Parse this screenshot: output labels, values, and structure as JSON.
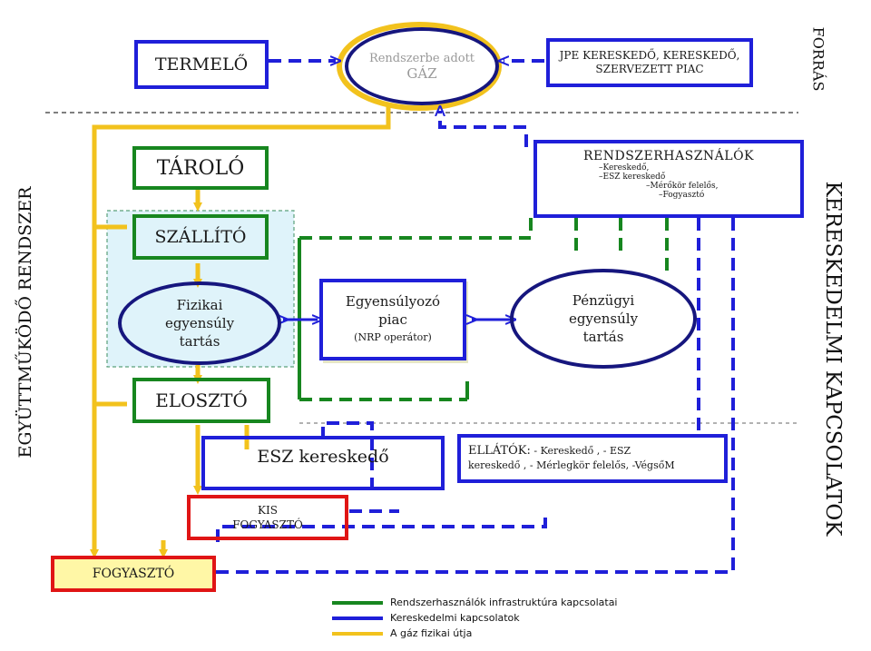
{
  "side_labels": {
    "left": "EGYÜTTMŰKÖDŐ RENDSZER",
    "right_top": "FORRÁS",
    "right_main": "KERESKEDELMI KAPCSOLATOK"
  },
  "nodes": {
    "termelo": "TERMELŐ",
    "gaz_line1": "Rendszerbe adott",
    "gaz_line2": "GÁZ",
    "jpe_line1": "JPE KERESKEDŐ, KERESKEDŐ,",
    "jpe_line2": "SZERVEZETT PIAC",
    "tarolo": "TÁROLÓ",
    "szallito": "SZÁLLÍTÓ",
    "fizikai_line1": "Fizikai",
    "fizikai_line2": "egyensúly",
    "fizikai_line3": "tartás",
    "egyensulyozo_line1": "Egyensúlyozó",
    "egyensulyozo_line2": "piac",
    "egyensulyozo_line3": "(NRP operátor)",
    "rendszerhasznalok_title": "RENDSZERHASZNÁLÓK",
    "rendszerhasznalok_items": [
      "–Kereskedő,",
      "–ESZ kereskedő",
      "–Mérőkör felelős,",
      "–Fogyasztó"
    ],
    "penzugyi_line1": "Pénzügyi",
    "penzugyi_line2": "egyensúly",
    "penzugyi_line3": "tartás",
    "eloszto": "ELOSZTÓ",
    "esz_kereskedo": "ESZ kereskedő",
    "ellatok_label": "ELLÁTÓK:",
    "ellatok_line1_rest": " - Kereskedő , - ESZ",
    "ellatok_line2": "kereskedő , - Mérlegkör felelős, -VégsőM",
    "kis_fogyaszto_line1": "KIS",
    "kis_fogyaszto_line2": "FOGYASZTÓ",
    "fogyaszto": "FOGYASZTÓ"
  },
  "legend": [
    {
      "label": "Rendszerhasználók infrastruktúra kapcsolatai",
      "color": "#17861f"
    },
    {
      "label": "Kereskedelmi kapcsolatok",
      "color": "#1f1fd9"
    },
    {
      "label": "A gáz fizikai útja",
      "color": "#f2c21d"
    }
  ],
  "colors": {
    "infrastructure_green": "#17861f",
    "commercial_blue": "#1f1fd9",
    "gas_yellow": "#f2c21d",
    "consumer_red": "#e01515",
    "ellipse_navy": "#16167e"
  }
}
